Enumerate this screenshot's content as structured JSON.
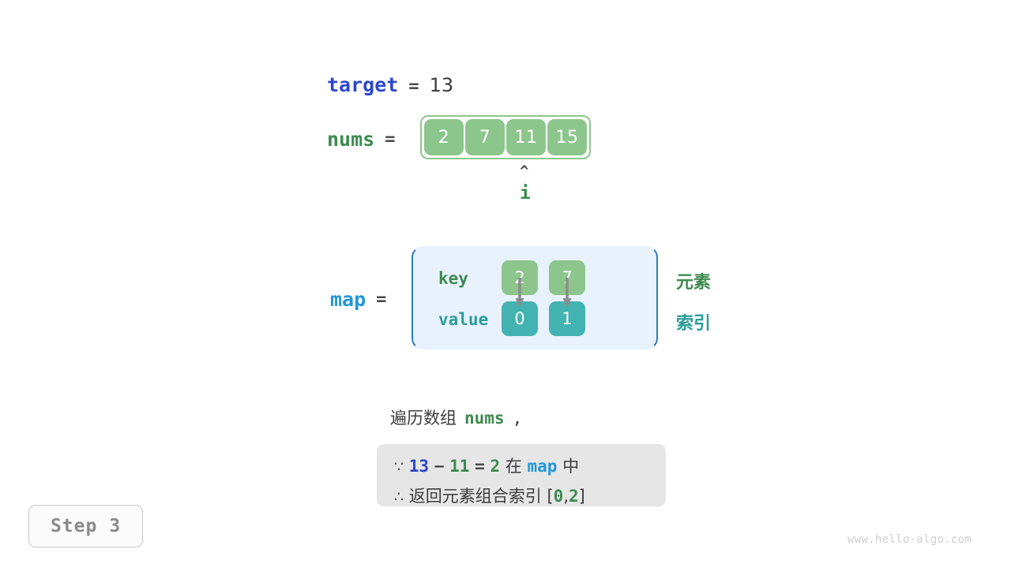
{
  "target": {
    "name": "target",
    "equals": "=",
    "value": "13"
  },
  "nums": {
    "name": "nums",
    "equals": "=",
    "cells": [
      "2",
      "7",
      "11",
      "15"
    ]
  },
  "pointer": {
    "caret": "^",
    "label": "i",
    "points_to_index": 2
  },
  "map": {
    "name": "map",
    "equals": "=",
    "row_labels": {
      "key": "key",
      "value": "value"
    },
    "keys": [
      "2",
      "7"
    ],
    "values": [
      "0",
      "1"
    ],
    "side_labels": {
      "element": "元素",
      "index": "索引"
    }
  },
  "caption": {
    "prefix": "遍历数组",
    "code": "nums",
    "suffix": ","
  },
  "note": {
    "line1": {
      "symbol": "∵",
      "a": "13",
      "op": "−",
      "b": "11",
      "eq": "=",
      "c": "2",
      "mid": "在",
      "map": "map",
      "tail": "中"
    },
    "line2": {
      "symbol": "∴",
      "text": "返回元素组合索引",
      "bracket_open": "[",
      "i0": "0",
      "comma": ",",
      "i1": "2",
      "bracket_close": "]"
    }
  },
  "step_badge": "Step 3",
  "watermark": "www.hello-algo.com",
  "colors": {
    "green": "#8cc68c",
    "green_text": "#3d8b4f",
    "teal": "#42b3b0",
    "teal_text": "#2a9d9a",
    "blue_deep": "#2b47cf",
    "blue_light": "#2196d9",
    "map_border": "#2b7dc4",
    "map_fill": "#e8f2fc",
    "note_bg": "#e6e6e6",
    "arrow_gray": "#8c8c8c"
  }
}
